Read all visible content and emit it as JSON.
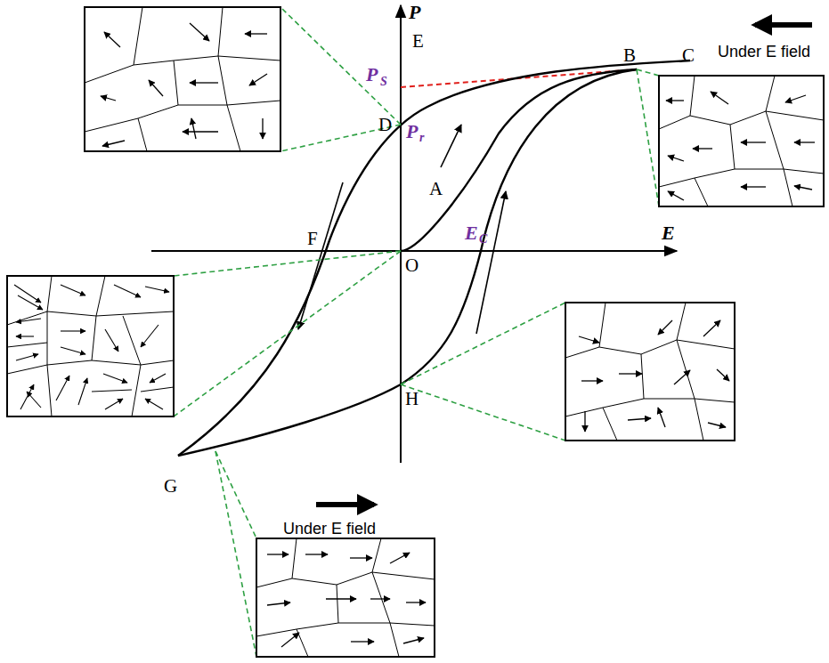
{
  "diagram": {
    "labels": [
      "P",
      "E",
      "E",
      "B",
      "C",
      "D",
      "A",
      "F",
      "O",
      "H",
      "G",
      "P",
      "S",
      "P",
      "r",
      "E",
      "C",
      "Under E field",
      "Under E field"
    ]
  }
}
